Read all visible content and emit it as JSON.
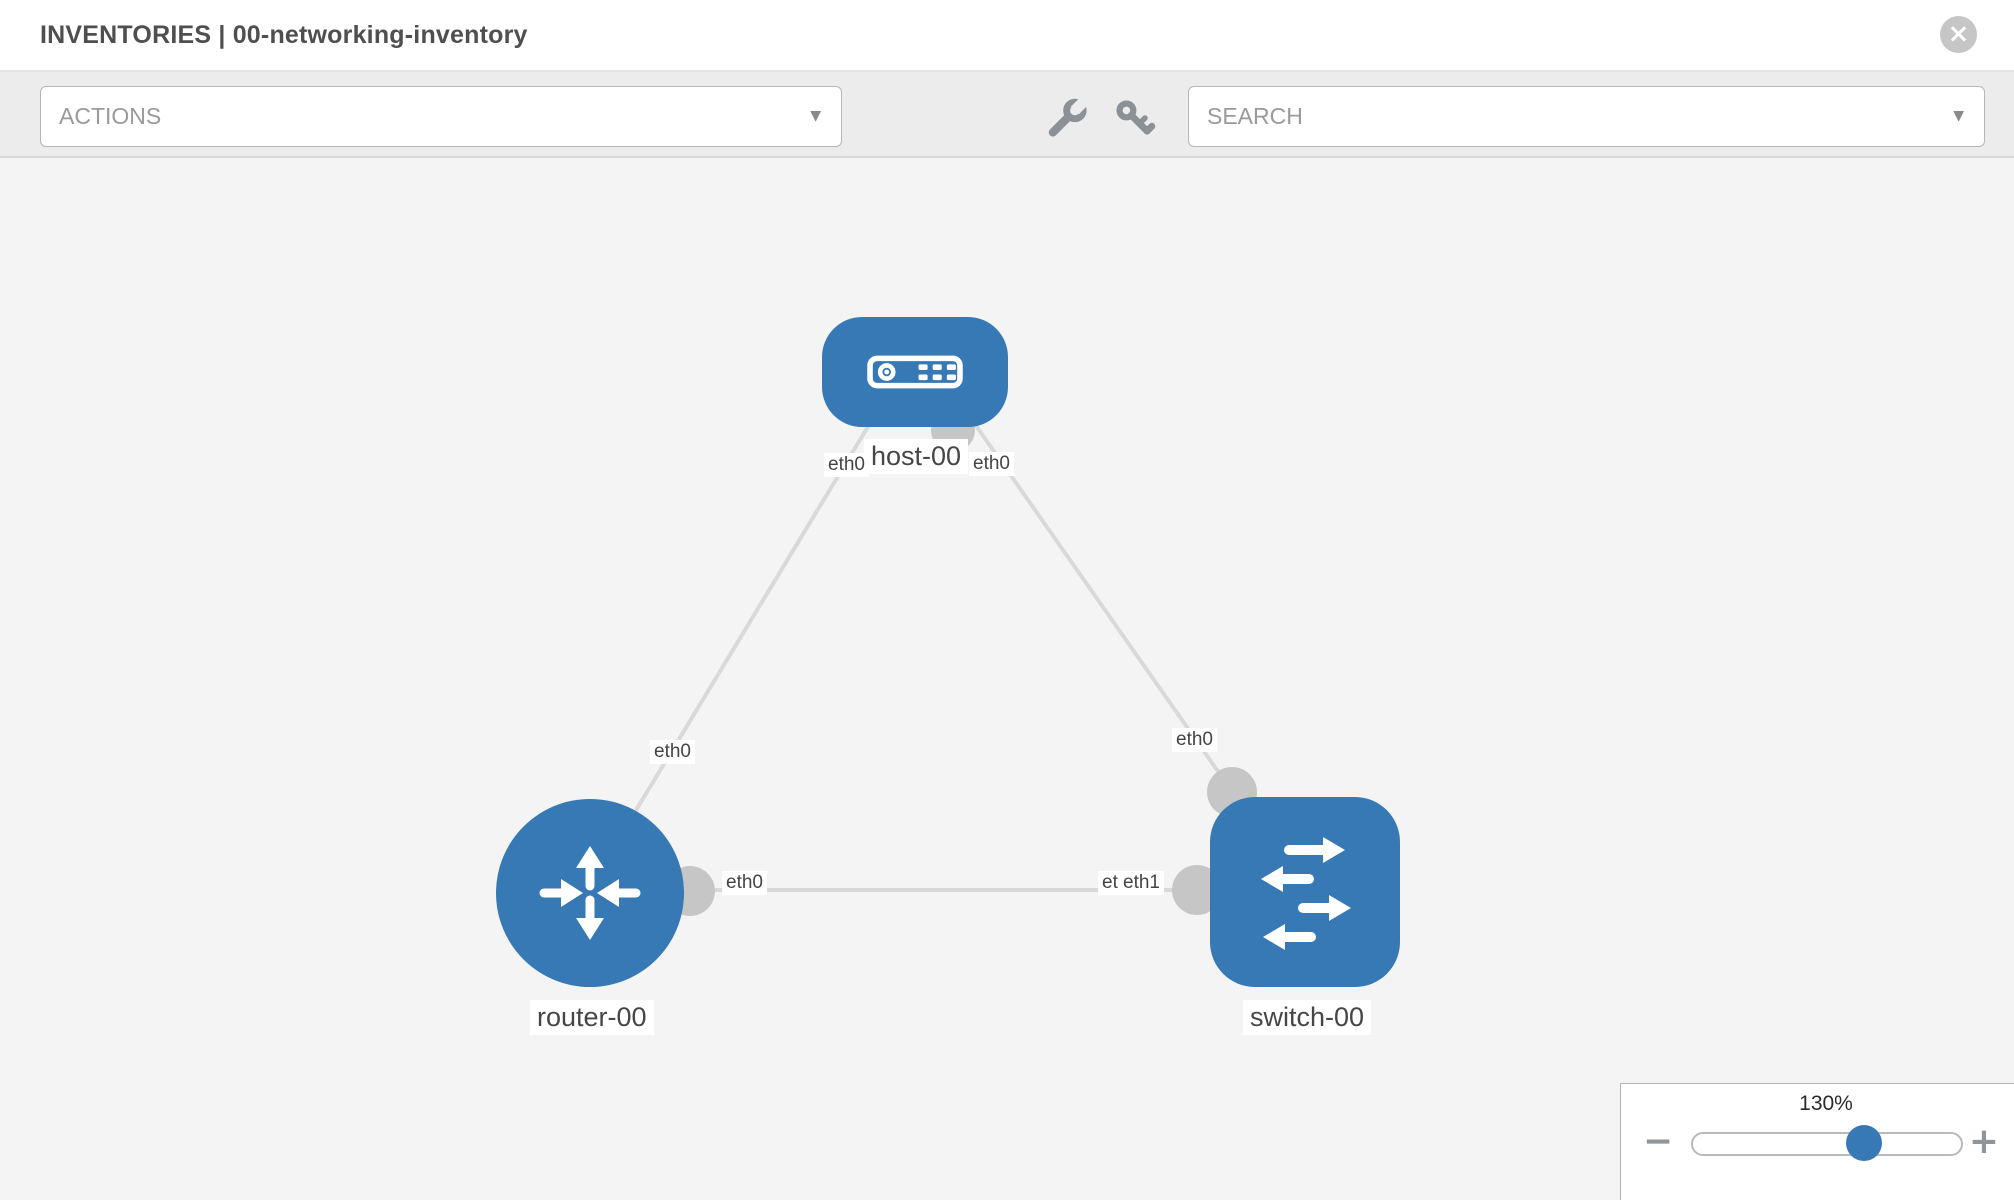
{
  "header": {
    "title": "INVENTORIES | 00-networking-inventory",
    "close_icon": "×"
  },
  "toolbar": {
    "actions_label": "ACTIONS",
    "search_label": "SEARCH",
    "caret": "▼",
    "icons": [
      "wrench-icon",
      "key-icon"
    ]
  },
  "diagram": {
    "nodes": [
      {
        "id": "host-00",
        "type": "host",
        "label": "host-00"
      },
      {
        "id": "router-00",
        "type": "router",
        "label": "router-00"
      },
      {
        "id": "switch-00",
        "type": "switch",
        "label": "switch-00"
      }
    ],
    "links": [
      {
        "from": "host-00",
        "to": "router-00",
        "from_if": "eth0",
        "to_if": "eth0"
      },
      {
        "from": "host-00",
        "to": "switch-00",
        "from_if": "eth0",
        "to_if": "eth0"
      },
      {
        "from": "router-00",
        "to": "switch-00",
        "from_if": "eth0",
        "to_if": "eth1",
        "to_if_underlapped": "eth0"
      }
    ]
  },
  "zoom_control": {
    "level": "130%",
    "minus_icon": "−",
    "plus_icon": "+"
  },
  "colors": {
    "node_blue": "#3679b5",
    "link_gray": "#d9d9d9",
    "connector_gray": "#c6c6c6",
    "icon_gray": "#8b9196",
    "canvas_bg": "#f4f4f4",
    "toolbar_bg": "#ececec"
  }
}
